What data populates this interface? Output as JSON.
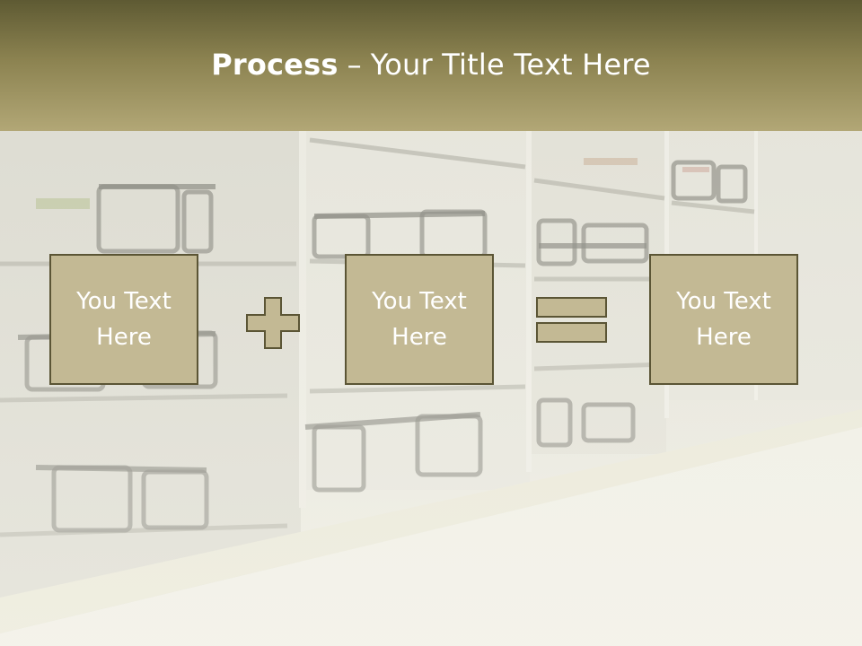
{
  "slide": {
    "title_bold": "Process",
    "title_separator": "–",
    "title_rest": "Your Title Text Here",
    "boxes": [
      "You Text Here",
      "You Text Here",
      "You Text Here"
    ],
    "operators": [
      "plus-icon",
      "equals-icon"
    ]
  },
  "colors": {
    "box_fill": "#c3b994",
    "box_border": "#5b5535",
    "header_dark": "#5e5a33",
    "header_light": "#b2a776"
  }
}
